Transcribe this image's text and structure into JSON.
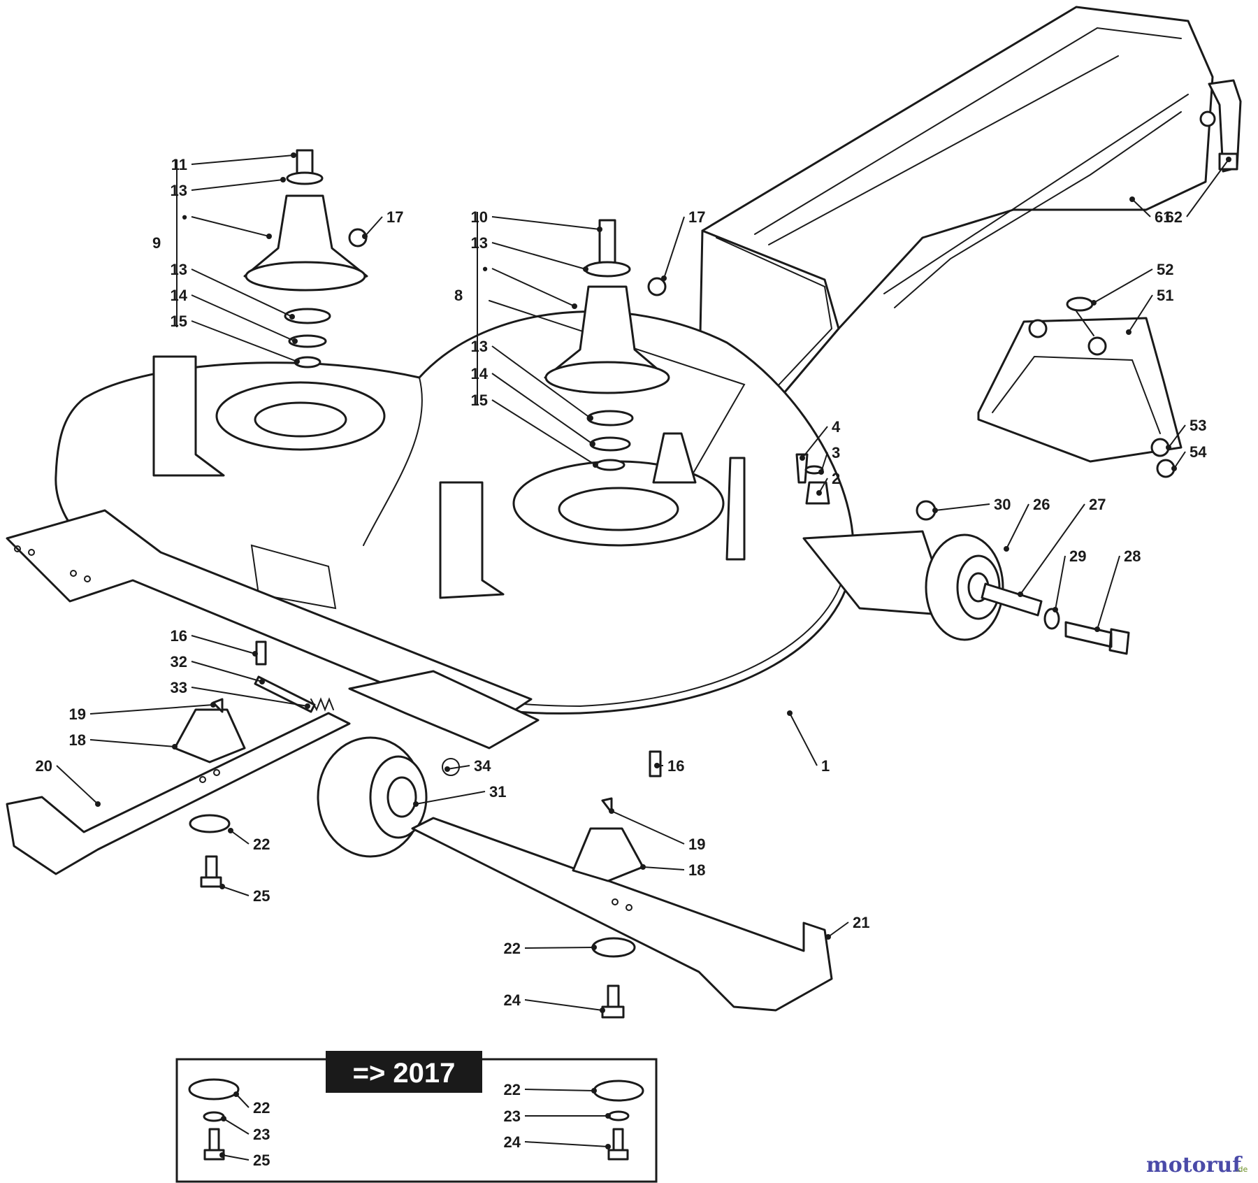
{
  "legacy_box": {
    "title": "=> 2017"
  },
  "brand": {
    "name": "motoruf",
    "suffix": ".de",
    "colors": {
      "primary": "#4a4aa8",
      "accent": "#c0392b",
      "suffix": "#6b8e23"
    }
  },
  "callouts": [
    {
      "id": "c11",
      "text": "11"
    },
    {
      "id": "c13a",
      "text": "13"
    },
    {
      "id": "cdot1",
      "text": "•"
    },
    {
      "id": "c9",
      "text": "9"
    },
    {
      "id": "c17a",
      "text": "17"
    },
    {
      "id": "c13b",
      "text": "13"
    },
    {
      "id": "c14a",
      "text": "14"
    },
    {
      "id": "c15a",
      "text": "15"
    },
    {
      "id": "c10",
      "text": "10"
    },
    {
      "id": "c13c",
      "text": "13"
    },
    {
      "id": "cdot2",
      "text": "•"
    },
    {
      "id": "c8",
      "text": "8"
    },
    {
      "id": "c17b",
      "text": "17"
    },
    {
      "id": "c13d",
      "text": "13"
    },
    {
      "id": "c14b",
      "text": "14"
    },
    {
      "id": "c15b",
      "text": "15"
    },
    {
      "id": "c61",
      "text": "61"
    },
    {
      "id": "c62",
      "text": "62"
    },
    {
      "id": "c52",
      "text": "52"
    },
    {
      "id": "c51",
      "text": "51"
    },
    {
      "id": "c53",
      "text": "53"
    },
    {
      "id": "c54",
      "text": "54"
    },
    {
      "id": "c4",
      "text": "4"
    },
    {
      "id": "c3",
      "text": "3"
    },
    {
      "id": "c2",
      "text": "2"
    },
    {
      "id": "c30",
      "text": "30"
    },
    {
      "id": "c26",
      "text": "26"
    },
    {
      "id": "c27",
      "text": "27"
    },
    {
      "id": "c29",
      "text": "29"
    },
    {
      "id": "c28",
      "text": "28"
    },
    {
      "id": "c16a",
      "text": "16"
    },
    {
      "id": "c32",
      "text": "32"
    },
    {
      "id": "c33",
      "text": "33"
    },
    {
      "id": "c19a",
      "text": "19"
    },
    {
      "id": "c18a",
      "text": "18"
    },
    {
      "id": "c20",
      "text": "20"
    },
    {
      "id": "c34",
      "text": "34"
    },
    {
      "id": "c16b",
      "text": "16"
    },
    {
      "id": "c1",
      "text": "1"
    },
    {
      "id": "c31",
      "text": "31"
    },
    {
      "id": "c22a",
      "text": "22"
    },
    {
      "id": "c25a",
      "text": "25"
    },
    {
      "id": "c19b",
      "text": "19"
    },
    {
      "id": "c18b",
      "text": "18"
    },
    {
      "id": "c21",
      "text": "21"
    },
    {
      "id": "c22b",
      "text": "22"
    },
    {
      "id": "c24a",
      "text": "24"
    },
    {
      "id": "b22a",
      "text": "22"
    },
    {
      "id": "b23a",
      "text": "23"
    },
    {
      "id": "b25",
      "text": "25"
    },
    {
      "id": "b22b",
      "text": "22"
    },
    {
      "id": "b23b",
      "text": "23"
    },
    {
      "id": "b24",
      "text": "24"
    }
  ]
}
